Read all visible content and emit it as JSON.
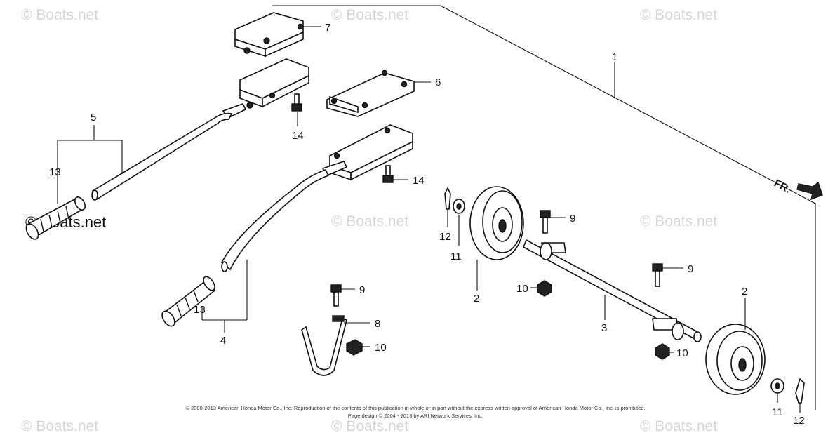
{
  "watermarks": {
    "top_left": "© Boats.net",
    "top_mid": "© Boats.net",
    "top_right": "© Boats.net",
    "mid_left": "© Boats.net",
    "mid_center": "© Boats.net",
    "mid_right": "© Boats.net",
    "bot_left": "© Boats.net",
    "bot_center": "© Boats.net",
    "bot_right": "© Boats.net"
  },
  "callouts": {
    "c1": "1",
    "c2a": "2",
    "c2b": "2",
    "c3": "3",
    "c4": "4",
    "c5": "5",
    "c6": "6",
    "c7": "7",
    "c8": "8",
    "c9a": "9",
    "c9b": "9",
    "c9c": "9",
    "c10a": "10",
    "c10b": "10",
    "c10c": "10",
    "c11a": "11",
    "c11b": "11",
    "c12a": "12",
    "c12b": "12",
    "c13a": "13",
    "c13b": "13",
    "c14a": "14",
    "c14b": "14"
  },
  "direction_label": "FR.",
  "copyright": {
    "line1": "© 2000-2013 American Honda Motor Co., Inc. Reproduction of the contents of this publication in whole or in part without the express written approval of American Honda Motor Co., Inc. is prohibited.",
    "line2": "Page design © 2004 - 2013 by ARI Network Services, Inc."
  }
}
